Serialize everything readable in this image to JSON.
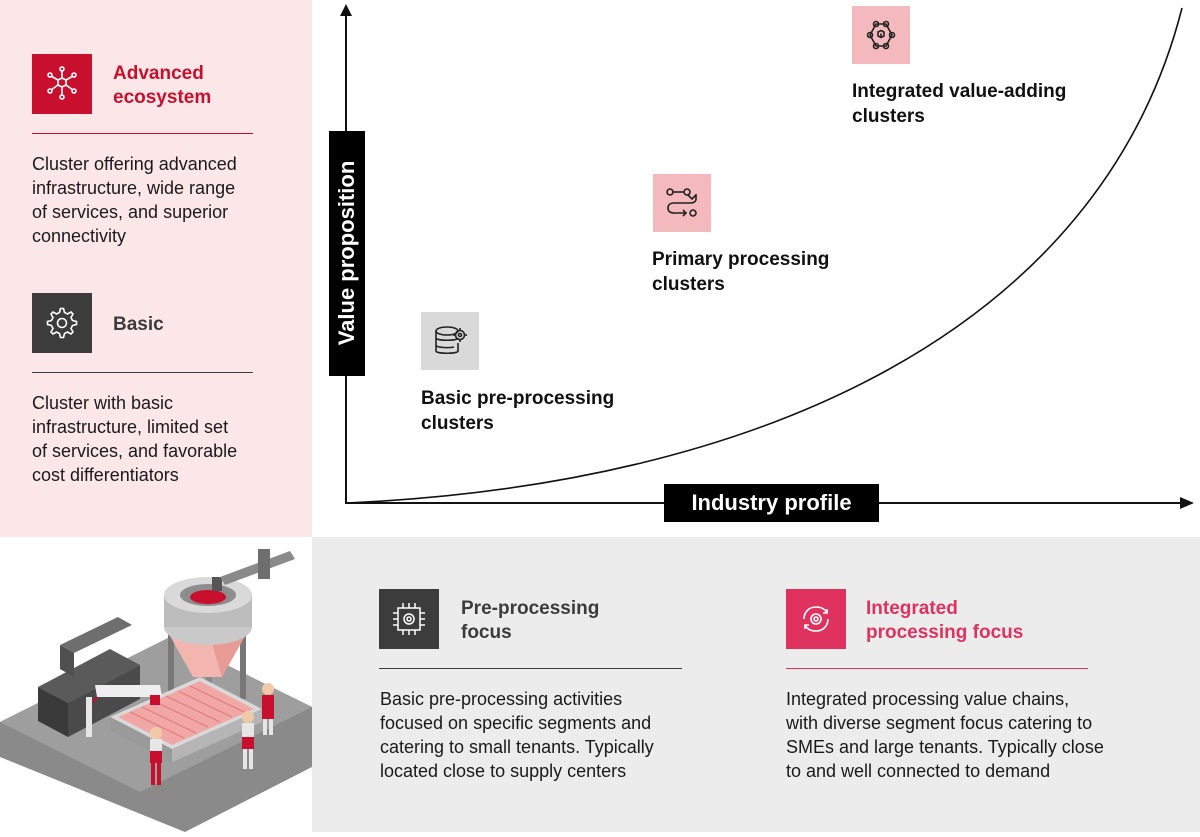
{
  "legend": {
    "advanced": {
      "title_line1": "Advanced",
      "title_line2": "ecosystem",
      "desc_lines": [
        "Cluster offering advanced",
        "infrastructure, wide range",
        "of services, and superior",
        "connectivity"
      ],
      "icon": "network-hub-icon",
      "color": "#c8102e"
    },
    "basic": {
      "title": "Basic",
      "desc_lines": [
        "Cluster with basic",
        "infrastructure, limited set",
        "of services, and favorable",
        "cost differentiators"
      ],
      "icon": "gear-icon",
      "color": "#3c3c3c"
    }
  },
  "chart": {
    "y_axis_label": "Value proposition",
    "x_axis_label": "Industry profile",
    "clusters": [
      {
        "line1": "Basic pre-processing",
        "line2": "clusters",
        "icon": "server-gear-icon"
      },
      {
        "line1": "Primary processing",
        "line2": "clusters",
        "icon": "process-flow-icon"
      },
      {
        "line1": "Integrated value-adding",
        "line2": "clusters",
        "icon": "network-cube-icon"
      }
    ]
  },
  "focus": {
    "pre_processing": {
      "title_line1": "Pre-processing",
      "title_line2": "focus",
      "desc_lines": [
        "Basic pre-processing activities",
        "focused on specific segments and",
        "catering to small tenants. Typically",
        "located close to supply centers"
      ],
      "icon": "chip-gear-icon",
      "color": "#3c3c3c"
    },
    "integrated": {
      "title_line1": "Integrated",
      "title_line2": "processing focus",
      "desc_lines": [
        "Integrated processing value chains,",
        "with diverse segment focus catering to",
        "SMEs and large tenants. Typically close",
        "to and well connected to demand"
      ],
      "icon": "cycle-gear-icon",
      "color": "#e0325f"
    }
  },
  "colors": {
    "pink_panel": "#fbe7e8",
    "gray_panel": "#ececec",
    "brand_red": "#c8102e",
    "accent_pink": "#e0325f",
    "dark_gray": "#3c3c3c"
  }
}
